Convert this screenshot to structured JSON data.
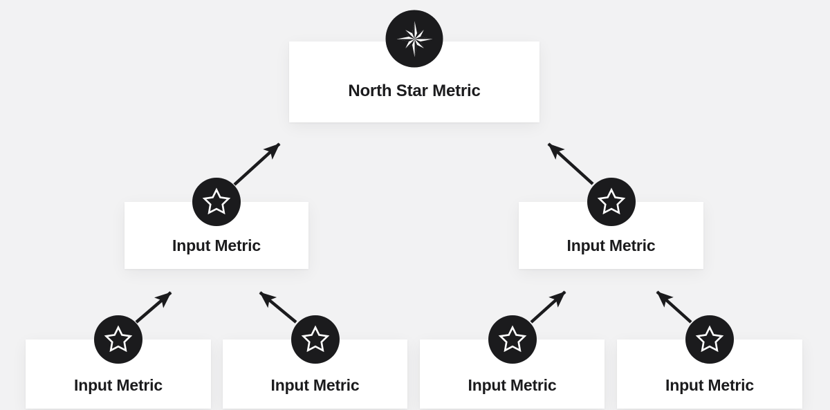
{
  "palette": {
    "background": "#f2f2f3",
    "card": "#ffffff",
    "ink": "#1b1b1d"
  },
  "diagram": {
    "root": {
      "label": "North Star Metric",
      "icon": "north-star-compass-icon"
    },
    "level2": [
      {
        "label": "Input Metric",
        "icon": "star-outline-icon"
      },
      {
        "label": "Input Metric",
        "icon": "star-outline-icon"
      }
    ],
    "level3": [
      {
        "label": "Input Metric",
        "icon": "star-outline-icon"
      },
      {
        "label": "Input Metric",
        "icon": "star-outline-icon"
      },
      {
        "label": "Input Metric",
        "icon": "star-outline-icon"
      },
      {
        "label": "Input Metric",
        "icon": "star-outline-icon"
      }
    ]
  }
}
